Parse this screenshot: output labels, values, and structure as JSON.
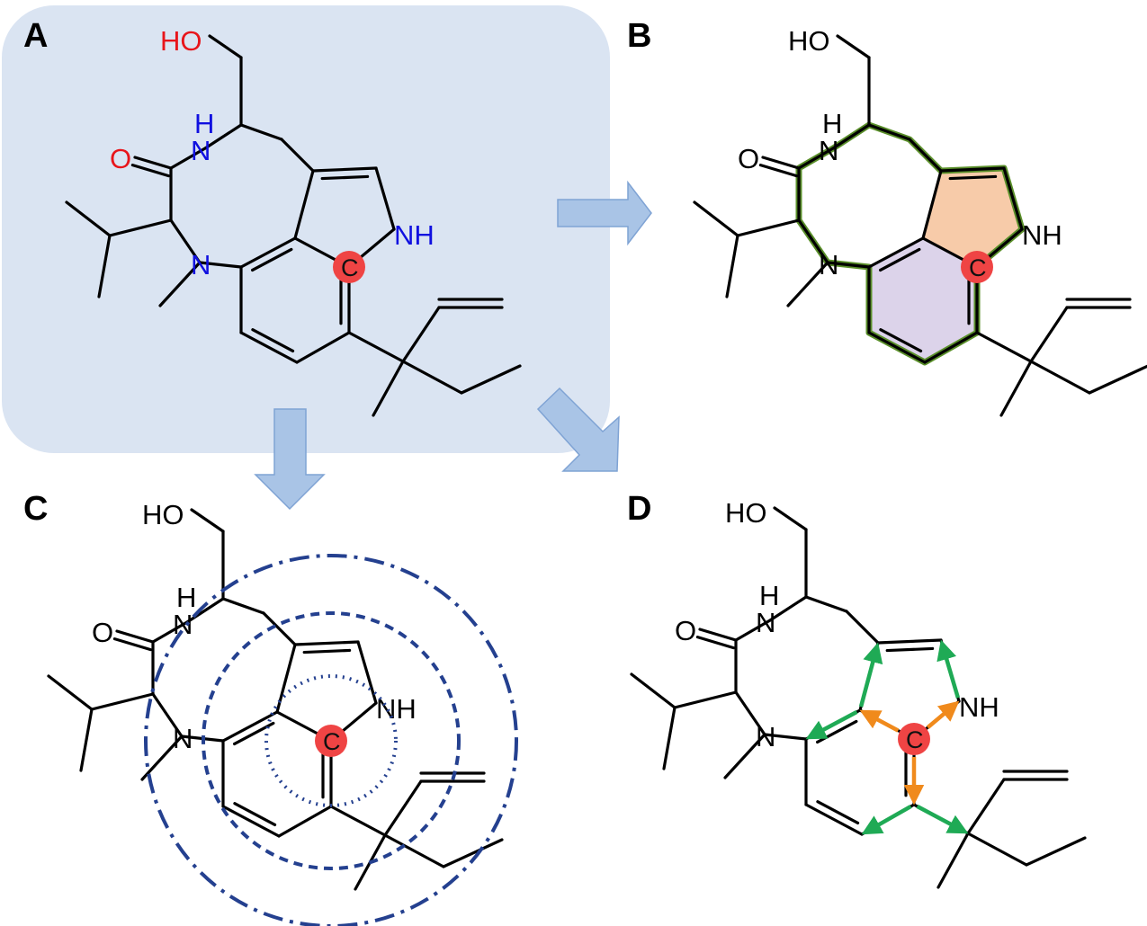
{
  "panels": [
    {
      "label": "A",
      "atom_color_hetero_o": "#e8151b",
      "atom_color_hetero_n": "#1010e0"
    },
    {
      "label": "B"
    },
    {
      "label": "C"
    },
    {
      "label": "D"
    }
  ],
  "atoms": {
    "hydroxyl": "HO",
    "amide_h": "H",
    "amide_n": "N",
    "carbonyl_o": "O",
    "indole_nh": "NH",
    "methyl_n": "N",
    "center_c": "C"
  },
  "colors": {
    "panel_bg": "#dae4f2",
    "arrow": "#a9c4e6",
    "arrow_edge": "#7fa3d4",
    "center_highlight": "#ef4444",
    "ring_outline": "#5a8f2a",
    "five_ring_fill": "#f7cba9",
    "six_ring_fill": "#dcd3ea",
    "circle_dashed": "#24408f",
    "path_green": "#1faa55",
    "path_orange": "#f08a1c"
  }
}
